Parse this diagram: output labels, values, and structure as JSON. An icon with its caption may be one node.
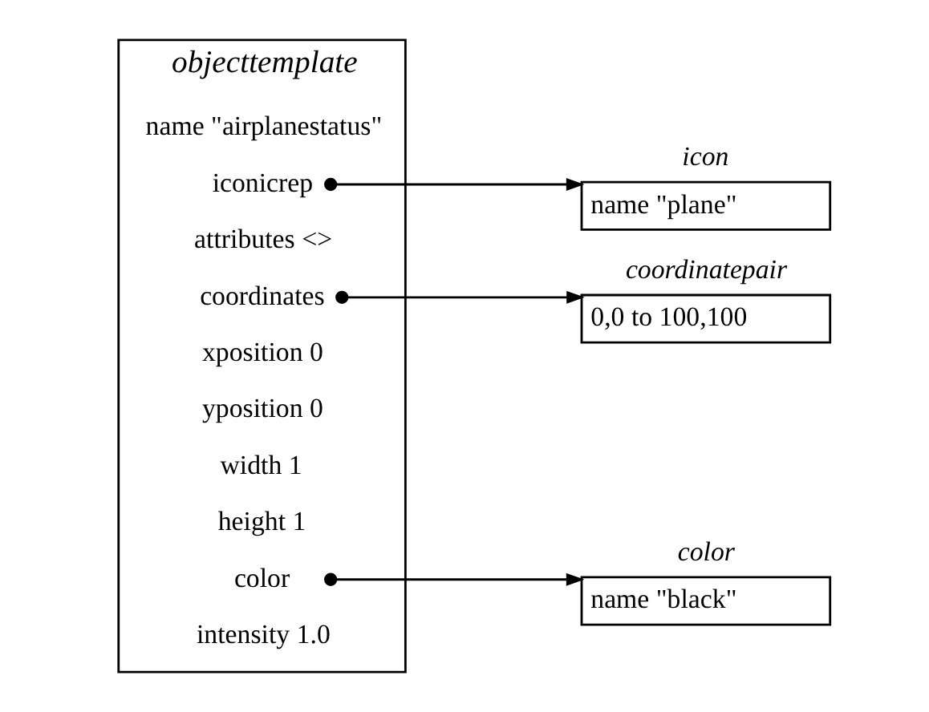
{
  "diagram": {
    "nodes": [
      {
        "text": [
          "objecttemplate"
        ]
      },
      {
        "text": [
          "name \"airplanestatus\""
        ],
        "in": 0
      },
      {
        "text": [
          "iconicrep"
        ],
        "in": 0
      },
      {
        "text": [
          "attributes <>"
        ],
        "in": 0
      },
      {
        "text": [
          "coordinates"
        ],
        "in": 0
      },
      {
        "text": [
          "xposition 0"
        ],
        "in": 0
      },
      {
        "text": [
          "yposition 0"
        ],
        "in": 0
      },
      {
        "text": [
          "width 1"
        ],
        "in": 0
      },
      {
        "text": [
          "height 1"
        ],
        "in": 0
      },
      {
        "text": [
          "color"
        ],
        "in": 0
      },
      {
        "text": [
          "intensity 1.0"
        ],
        "in": 0
      },
      {
        "text": [
          "icon",
          "name \"plane\""
        ]
      },
      {
        "text": [
          "coordinatepair",
          "0,0 to 100,100"
        ]
      },
      {
        "text": [
          "color",
          "name \"black\""
        ]
      }
    ],
    "edges": [
      {
        "from": 2,
        "to": 11,
        "arrow": "to"
      },
      {
        "from": 4,
        "to": 12,
        "arrow": "to"
      },
      {
        "from": 9,
        "to": 13,
        "arrow": "to"
      }
    ]
  }
}
